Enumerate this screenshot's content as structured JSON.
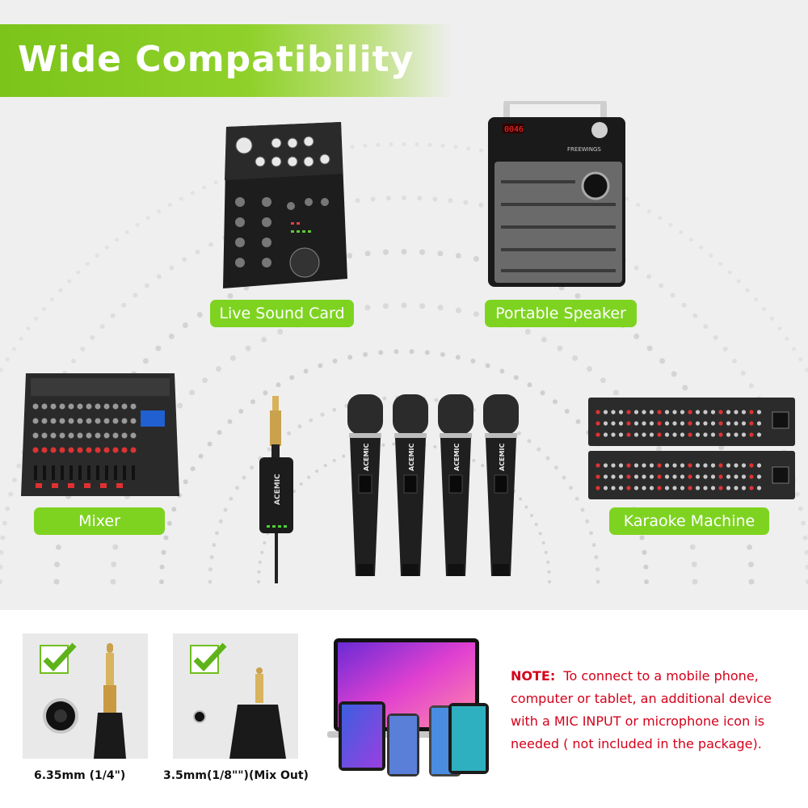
{
  "title": "Wide Compatibility",
  "devices": {
    "live_sound_card": "Live Sound Card",
    "portable_speaker": "Portable Speaker",
    "mixer": "Mixer",
    "karaoke_machine": "Karaoke Machine"
  },
  "brand": "ACEMIC",
  "speaker_brand": "FREEWINGS",
  "speaker_display": "0046",
  "connectors": [
    {
      "label": "6.35mm (1/4\")",
      "check": "checkmark-icon"
    },
    {
      "label": "3.5mm(1/8\"\")(Mix Out)",
      "check": "checkmark-icon"
    }
  ],
  "note": {
    "prefix": "NOTE:",
    "text": "To connect to a mobile phone, computer or tablet, an additional device with a MIC INPUT or microphone icon is needed ( not included in the package)."
  },
  "colors": {
    "accent_green": "#7ed321",
    "note_red": "#d4001a"
  }
}
